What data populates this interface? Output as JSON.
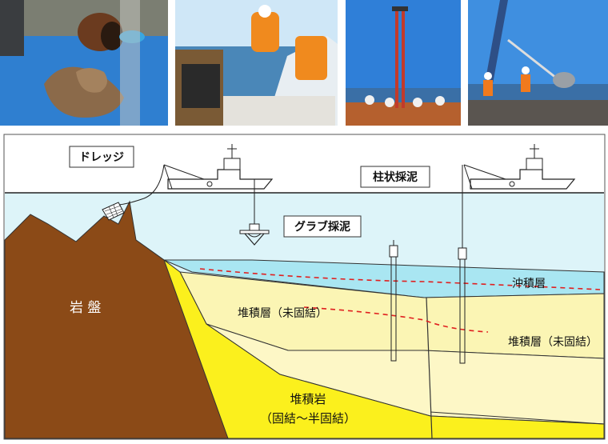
{
  "labels": {
    "dredge": "ドレッジ",
    "core": "柱状採泥",
    "grab": "グラブ採泥",
    "bedrock": "岩 盤",
    "alluvium": "沖積層",
    "sediment_left": "堆積層（未固結）",
    "sediment_right": "堆積層（未固結）",
    "rock_line1": "堆積岩",
    "rock_line2": "（固結～半固結）"
  },
  "photos": [
    {
      "name": "dredge-sample-photo"
    },
    {
      "name": "grab-sampling-photo"
    },
    {
      "name": "core-rig-photo"
    },
    {
      "name": "core-recovery-photo"
    }
  ],
  "colors": {
    "sky": "#ffffff",
    "water": "#ddf4f9",
    "alluvium": "#a9e6f2",
    "sediment_upper": "#fbf5b4",
    "sediment_lower": "#fdf7c6",
    "rock_yellow": "#fbf01d",
    "bedrock_brown": "#8b4a17",
    "boundary_red": "#e02020"
  }
}
